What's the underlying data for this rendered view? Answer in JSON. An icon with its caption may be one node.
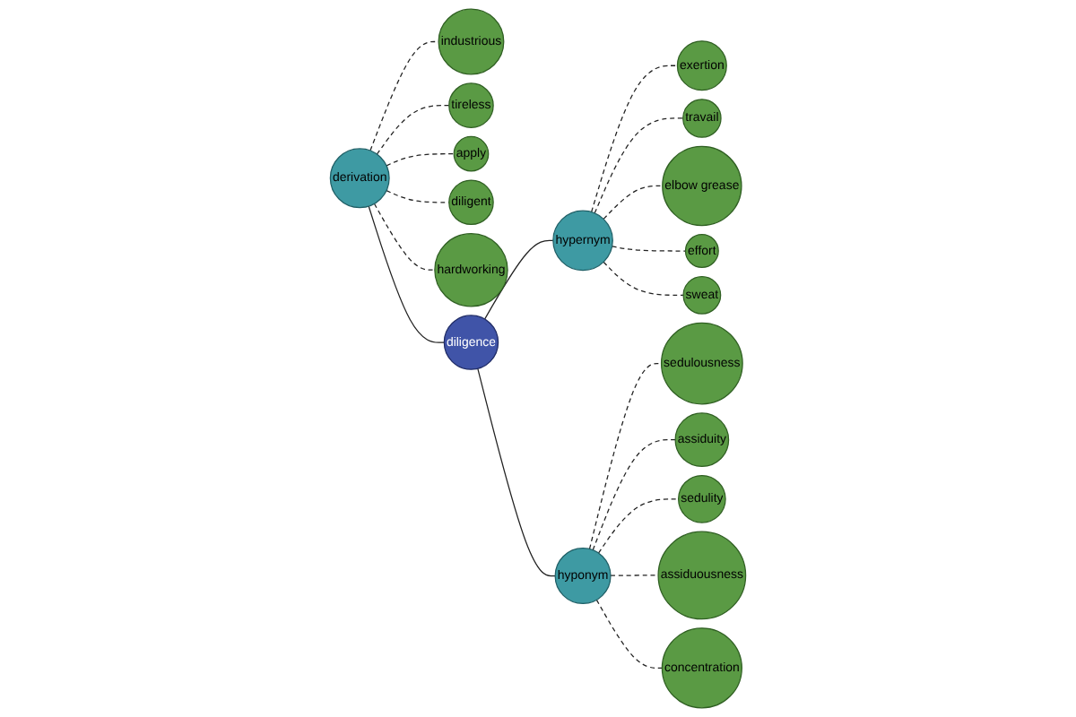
{
  "diagram": {
    "nodes": [
      {
        "text": [
          "industrious"
        ]
      },
      {
        "text": [
          "tireless"
        ]
      },
      {
        "text": [
          "apply"
        ]
      },
      {
        "text": [
          "diligent"
        ]
      },
      {
        "text": [
          "exertion"
        ]
      },
      {
        "text": [
          "derivation"
        ]
      },
      {
        "text": [
          "travail"
        ]
      },
      {
        "text": [
          "elbow grease"
        ]
      },
      {
        "text": [
          "hypernym"
        ]
      },
      {
        "text": [
          "effort"
        ]
      },
      {
        "text": [
          "hardworking"
        ]
      },
      {
        "text": [
          "diligence"
        ]
      },
      {
        "text": [
          "sweat"
        ]
      },
      {
        "text": [
          "sedulousness"
        ]
      },
      {
        "text": [
          "hyponym"
        ]
      },
      {
        "text": [
          "assiduity"
        ]
      },
      {
        "text": [
          "sedulity"
        ]
      },
      {
        "text": [
          "assiduousness"
        ]
      },
      {
        "text": [
          "concentration"
        ]
      }
    ],
    "edges": [
      {
        "from": 5,
        "to": 11,
        "arrow": "none"
      },
      {
        "from": 11,
        "to": 8,
        "arrow": "none"
      },
      {
        "from": 11,
        "to": 14,
        "arrow": "none"
      },
      {
        "from": 5,
        "to": 3,
        "arrow": "none",
        "style": "dashed"
      },
      {
        "from": 5,
        "to": 1,
        "arrow": "none",
        "style": "dashed"
      },
      {
        "from": 5,
        "to": 0,
        "arrow": "none",
        "style": "dashed"
      },
      {
        "from": 5,
        "to": 2,
        "arrow": "none",
        "style": "dashed"
      },
      {
        "from": 5,
        "to": 10,
        "arrow": "none",
        "style": "dashed"
      },
      {
        "from": 8,
        "to": 4,
        "arrow": "none",
        "style": "dashed"
      },
      {
        "from": 8,
        "to": 6,
        "arrow": "none",
        "style": "dashed"
      },
      {
        "from": 8,
        "to": 7,
        "arrow": "none",
        "style": "dashed"
      },
      {
        "from": 8,
        "to": 9,
        "arrow": "none",
        "style": "dashed"
      },
      {
        "from": 8,
        "to": 12,
        "arrow": "none",
        "style": "dashed"
      },
      {
        "from": 14,
        "to": 13,
        "arrow": "none",
        "style": "dashed"
      },
      {
        "from": 14,
        "to": 15,
        "arrow": "none",
        "style": "dashed"
      },
      {
        "from": 14,
        "to": 16,
        "arrow": "none",
        "style": "dashed"
      },
      {
        "from": 14,
        "to": 17,
        "arrow": "none",
        "style": "dashed"
      },
      {
        "from": 14,
        "to": 18,
        "arrow": "none",
        "style": "dashed"
      }
    ]
  }
}
